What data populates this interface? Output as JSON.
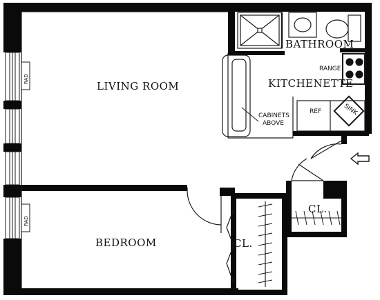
{
  "rooms": {
    "living_room": "LIVING ROOM",
    "bedroom": "BEDROOM",
    "bathroom": "BATHROOM",
    "kitchenette": "KITCHENETTE"
  },
  "fixtures": {
    "range": "RANGE",
    "sink": "SINK",
    "ref": "REF",
    "cabinets_line1": "CABINETS",
    "cabinets_line2": "ABOVE",
    "closet_main": "CL.",
    "closet_entry": "CL.",
    "radiator_top": "RAD",
    "radiator_bottom": "RAD"
  },
  "icons": {
    "entry_arrow": "entry-arrow-icon"
  },
  "colors": {
    "wall": "#0a0a0a",
    "line": "#1a1a1a",
    "background": "#ffffff"
  }
}
